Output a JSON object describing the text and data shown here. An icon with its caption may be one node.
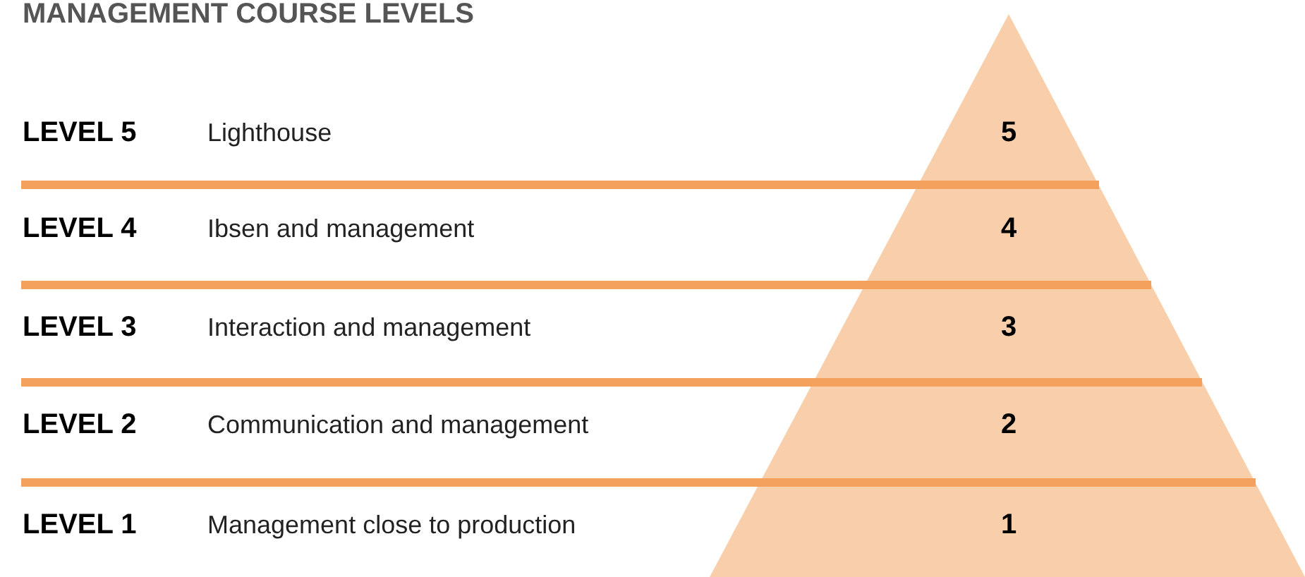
{
  "diagram": {
    "title": "MANAGEMENT COURSE LEVELS",
    "labels": [
      "LEVEL 5",
      "Lighthouse",
      "5",
      "LEVEL 4",
      "Ibsen and management",
      "4",
      "LEVEL 3",
      "Interaction and management",
      "3",
      "LEVEL 2",
      "Communication and management",
      "2",
      "LEVEL 1",
      "Management close to production",
      "1"
    ]
  }
}
